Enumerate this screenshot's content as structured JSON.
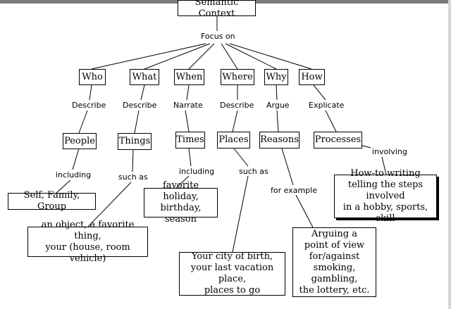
{
  "root": "Semantic Context",
  "focus_label": "Focus on",
  "categories": [
    {
      "key": "who",
      "label": "Who",
      "verb": "Describe",
      "noun": "People",
      "connector": "including",
      "example": [
        "Self, Family, Group"
      ]
    },
    {
      "key": "what",
      "label": "What",
      "verb": "Describe",
      "noun": "Things",
      "connector": "such as",
      "example": [
        "an object, a favorite thing,",
        "your (house, room vehicle)"
      ]
    },
    {
      "key": "when",
      "label": "When",
      "verb": "Narrate",
      "noun": "Times",
      "connector": "including",
      "example": [
        "favorite holiday,",
        "birthday, season"
      ]
    },
    {
      "key": "where",
      "label": "Where",
      "verb": "Describe",
      "noun": "Places",
      "connector": "such as",
      "example": [
        "Your city of birth,",
        "your last vacation place,",
        "places to go"
      ]
    },
    {
      "key": "why",
      "label": "Why",
      "verb": "Argue",
      "noun": "Reasons",
      "connector": "for example",
      "example": [
        "Arguing a",
        "point of view",
        "for/against",
        "smoking, gambling,",
        "the lottery, etc."
      ]
    },
    {
      "key": "how",
      "label": "How",
      "verb": "Explicate",
      "noun": "Processes",
      "connector": "involving",
      "example": [
        "How-to writing",
        "telling the steps involved",
        "in a hobby, sports, skill"
      ]
    }
  ]
}
